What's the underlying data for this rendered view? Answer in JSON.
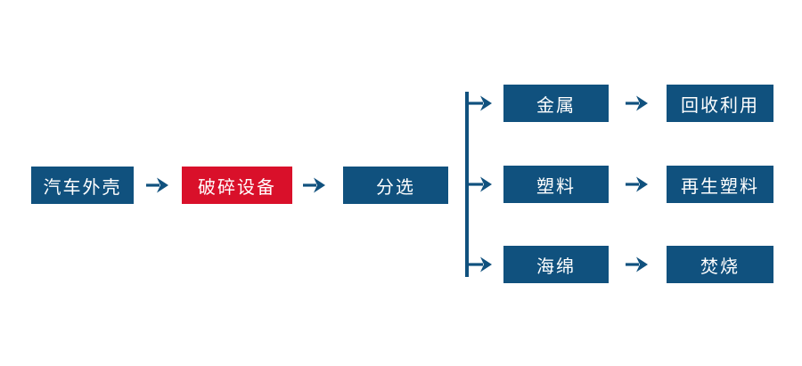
{
  "colors": {
    "node_blue": "#10517e",
    "node_red": "#d9102a",
    "arrow": "#10517e",
    "label_text": "#ffffff",
    "background": "#ffffff"
  },
  "main_flow": {
    "source": "汽车外壳",
    "process": "破碎设备",
    "sort": "分选"
  },
  "branches": [
    {
      "material": "金属",
      "result": "回收利用"
    },
    {
      "material": "塑料",
      "result": "再生塑料"
    },
    {
      "material": "海绵",
      "result": "焚烧"
    }
  ]
}
